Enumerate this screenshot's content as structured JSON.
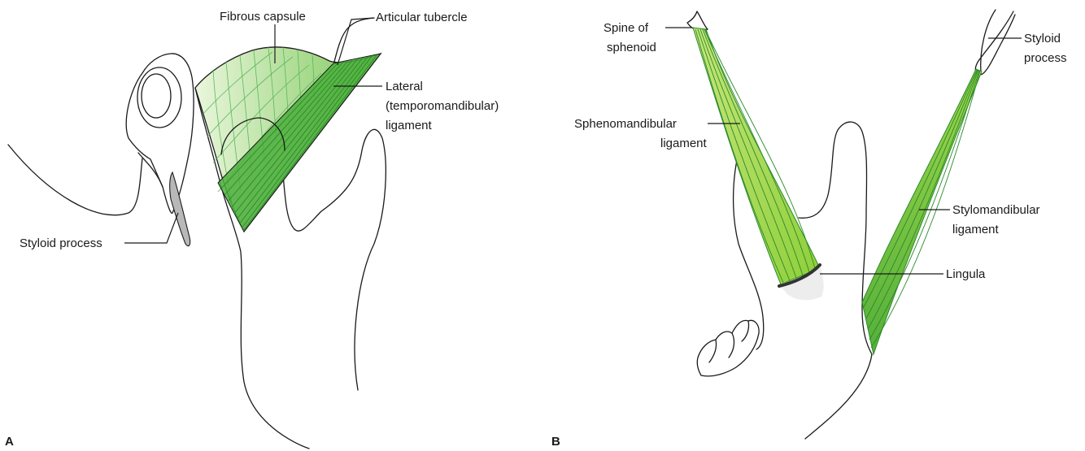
{
  "panel_a": {
    "letter": "A",
    "labels": {
      "fibrous_capsule": "Fibrous capsule",
      "articular_tubercle": "Articular tubercle",
      "lateral_line1": "Lateral",
      "lateral_line2": "(temporomandibular)",
      "lateral_line3": "ligament",
      "styloid_process": "Styloid process"
    }
  },
  "panel_b": {
    "letter": "B",
    "labels": {
      "spine_line1": "Spine of",
      "spine_line2": "sphenoid",
      "styloid_line1": "Styloid",
      "styloid_line2": "process",
      "spheno_line1": "Sphenomandibular",
      "spheno_line2": "ligament",
      "stylo_line1": "Stylomandibular",
      "stylo_line2": "ligament",
      "lingula": "Lingula"
    }
  },
  "colors": {
    "ligament_green": "#4caf3c",
    "ligament_light": "#a8d86a",
    "capsule_light": "#d8efc0",
    "bone_gray": "#b8b8b8",
    "outline": "#1a1a1a"
  }
}
